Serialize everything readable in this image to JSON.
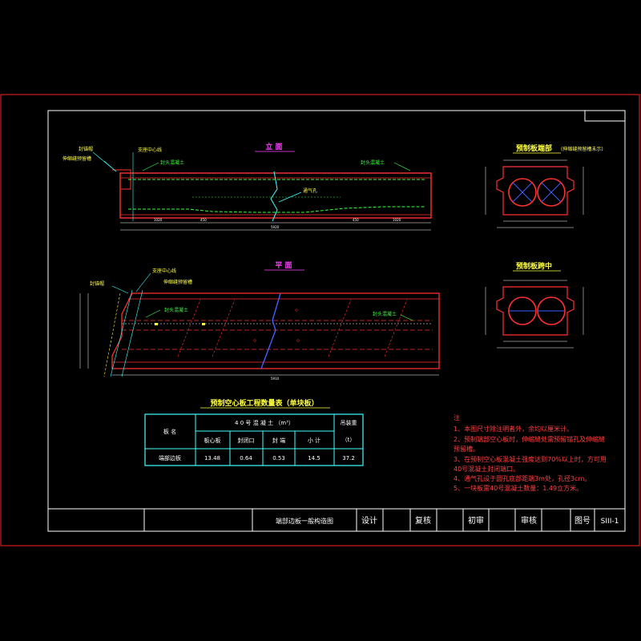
{
  "drawing": {
    "elevation_title": "立    面",
    "plan_title": "平    面",
    "end_section_title": "预制板端部",
    "end_section_note": "(伸缩缝预留槽未示)",
    "mid_section_title": "预制板跨中",
    "labels": {
      "seal_cap": "封锚帽",
      "expansion_precast": "伸缩缝预留槽",
      "support_line": "支座中心线",
      "end_concrete_left": "封头混凝土",
      "end_concrete_right": "封头混凝土",
      "vent_pipe": "通气孔",
      "plan_seal_cap": "封锚帽",
      "plan_support_line": "支座中心线",
      "plan_expansion": "伸缩缝预留槽",
      "plan_end_concrete_left": "封头混凝土",
      "plan_end_concrete_right": "封头混凝土"
    },
    "dims": {
      "overall": "5920",
      "left_seg": "1020",
      "mid_left": "450",
      "mid_right": "450",
      "right_seg": "1020",
      "plan_overall": "5910"
    }
  },
  "table": {
    "title": "预制空心板工程数量表（单块板）",
    "col_name": "板    名",
    "group_header": "4 0 号 混 凝 土 （m³）",
    "col_weight": "吊装重",
    "col_weight_unit": "（t）",
    "sub_headers": [
      "板心板",
      "封闭口",
      "封    端",
      "小    计"
    ],
    "rows": [
      {
        "name": "端部边板",
        "values": [
          "13.48",
          "0.64",
          "0.53",
          "14.5",
          "37.2"
        ]
      }
    ]
  },
  "notes": {
    "heading": "注",
    "items": [
      "1、本图尺寸除注明者外，余均以厘米计。",
      "2、预制端部空心板时，伸缩缝处需预留锚孔及伸缩缝",
      "    预留槽。",
      "3、在预制空心板混凝土强度达到70%以上时，方可用",
      "    40号混凝土封闭端口。",
      "4、通气孔设于圆孔底部距端3m处，孔径3cm。",
      "5、一块板需40号混凝土数量：1.49立方米。"
    ]
  },
  "title_block": {
    "drawing_name": "端部边板一般构造图",
    "design": "设计",
    "check": "复核",
    "first_review": "初审",
    "review": "审核",
    "figure_no_label": "图号",
    "figure_no": "SIII-1"
  }
}
